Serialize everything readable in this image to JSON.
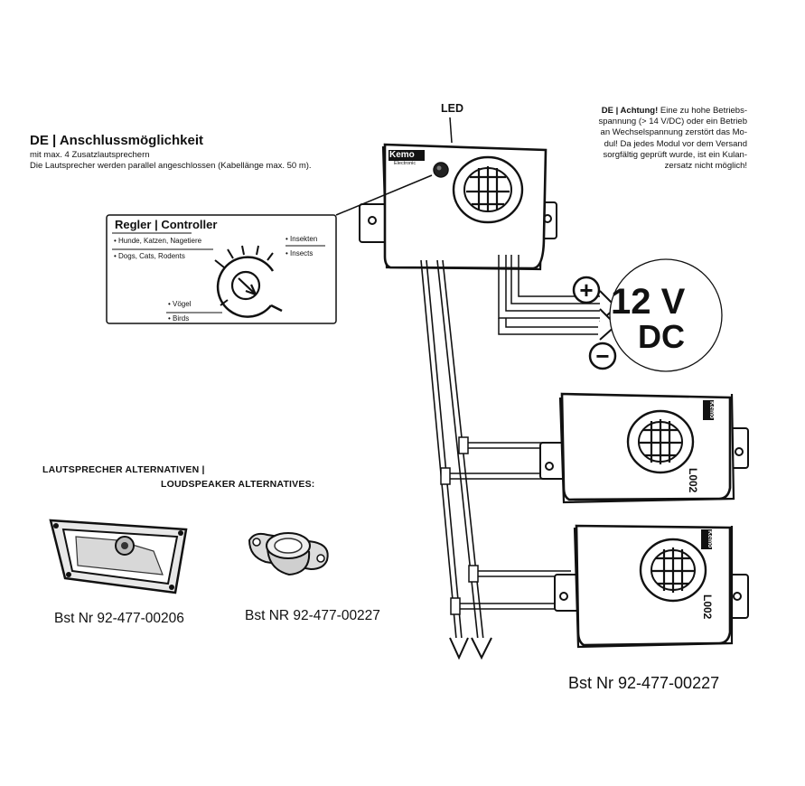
{
  "header": {
    "title": "DE | Anschlussmöglichkeit",
    "line1": "mit max. 4 Zusatzlautsprechern",
    "line2": "Die Lautsprecher werden parallel angeschlossen (Kabellänge max. 50 m)."
  },
  "warning": {
    "label": "DE | Achtung!",
    "lines": [
      " Eine zu hohe Betriebs-",
      "spannung (> 14 V/DC) oder ein Betrieb",
      "an Wechselspannung zerstört das Mo-",
      "dul! Da jedes Modul vor dem Versand",
      "sorgfältig geprüft wurde, ist ein Kulan-",
      "zersatz nicht möglich!"
    ]
  },
  "led_label": "LED",
  "brand": {
    "name": "Kemo",
    "sub": "Electronic"
  },
  "controller": {
    "title": "Regler | Controller",
    "left_top_de": "• Hunde, Katzen, Nagetiere",
    "left_top_en": "• Dogs, Cats, Rodents",
    "right_de": "• Insekten",
    "right_en": "• Insects",
    "bottom_de": "• Vögel",
    "bottom_en": "• Birds"
  },
  "power": {
    "voltage": "12 V",
    "type": "DC",
    "plus": "+",
    "minus": "−"
  },
  "speaker_model": "L002",
  "alternatives": {
    "heading_de": "LAUTSPRECHER ALTERNATIVEN |",
    "heading_en": "LOUDSPEAKER ALTERNATIVES:",
    "item1": "Bst Nr 92-477-00206",
    "item2": "Bst NR 92-477-00227"
  },
  "main_part": "Bst Nr 92-477-00227"
}
